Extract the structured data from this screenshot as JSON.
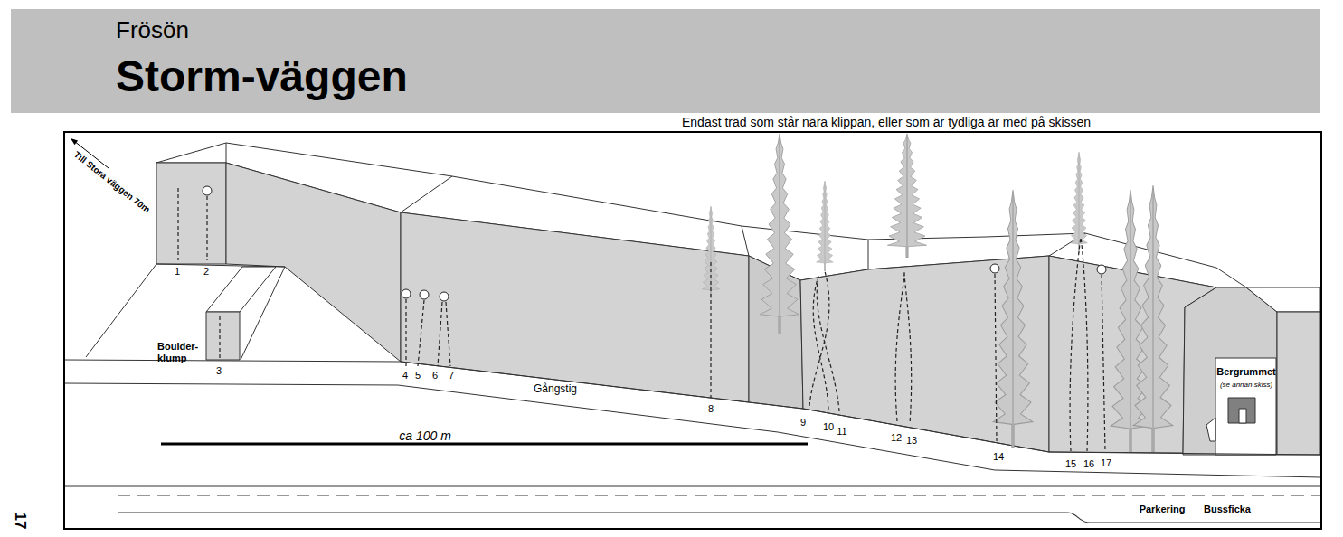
{
  "diagram": {
    "title": "Storm-väggen",
    "labels": [
      "Frösön",
      "Endast träd som står nära klippan, eller som är tydliga är med på skissen",
      "Till Stora väggen 70m",
      "1",
      "2",
      "Boulder- klump",
      "3",
      "4",
      "5",
      "6",
      "7",
      "Gångstig",
      "8",
      "ca 100 m",
      "9",
      "10",
      "11",
      "12",
      "13",
      "14",
      "15",
      "16",
      "17",
      "Bergrummet",
      "(se annan skiss)",
      "Parkering",
      "Bussficka",
      "17"
    ]
  }
}
